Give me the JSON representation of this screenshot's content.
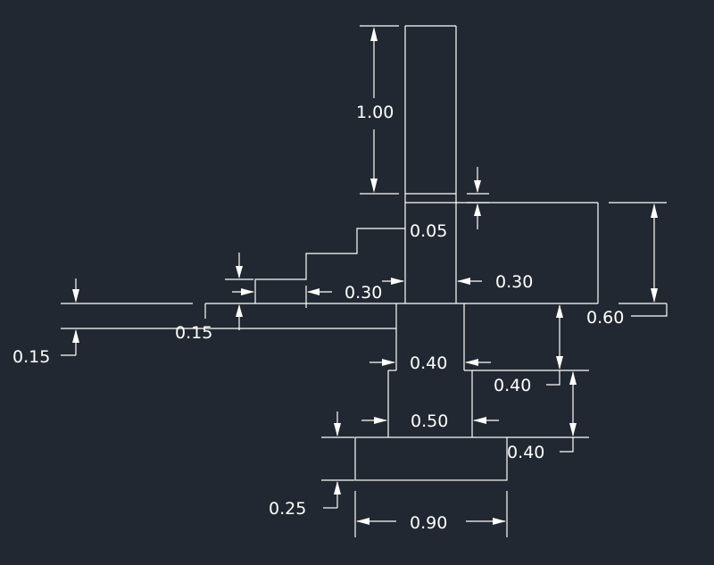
{
  "canvas": {
    "background": "#222831",
    "stroke_color": "#ffffff"
  },
  "dimensions": {
    "column_height": "1.00",
    "column_offset": "0.05",
    "step_tread": "0.30",
    "column_width": "0.30",
    "slab_height": "0.60",
    "step_rise": "0.15",
    "floor_thickness": "0.15",
    "pedestal_width": "0.40",
    "pedestal_height": "0.40",
    "neck_width": "0.50",
    "neck_height": "0.40",
    "footing_thickness": "0.25",
    "footing_width": "0.90"
  }
}
